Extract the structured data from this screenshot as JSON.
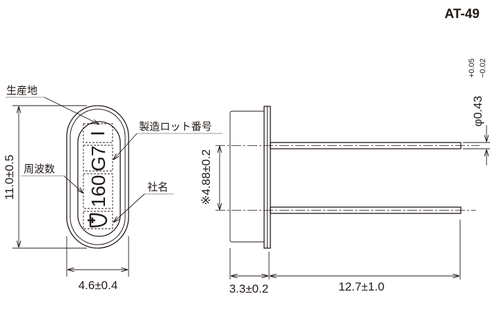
{
  "title": "AT-49",
  "callouts": {
    "origin": "生産地",
    "lot_number": "製造ロット番号",
    "frequency": "周波数",
    "company": "社名"
  },
  "marking": {
    "logo": "Đ",
    "frequency": "160",
    "lot": "G7",
    "origin": "I"
  },
  "dimensions": {
    "height": "11.0±0.5",
    "width": "4.6±0.4",
    "pin_pitch": "※4.88±0.2",
    "body_depth": "3.3±0.2",
    "lead_length": "12.7±1.0",
    "lead_diameter": "φ0.43",
    "lead_diameter_tol_plus": "+0.05",
    "lead_diameter_tol_minus": "−0.02"
  }
}
